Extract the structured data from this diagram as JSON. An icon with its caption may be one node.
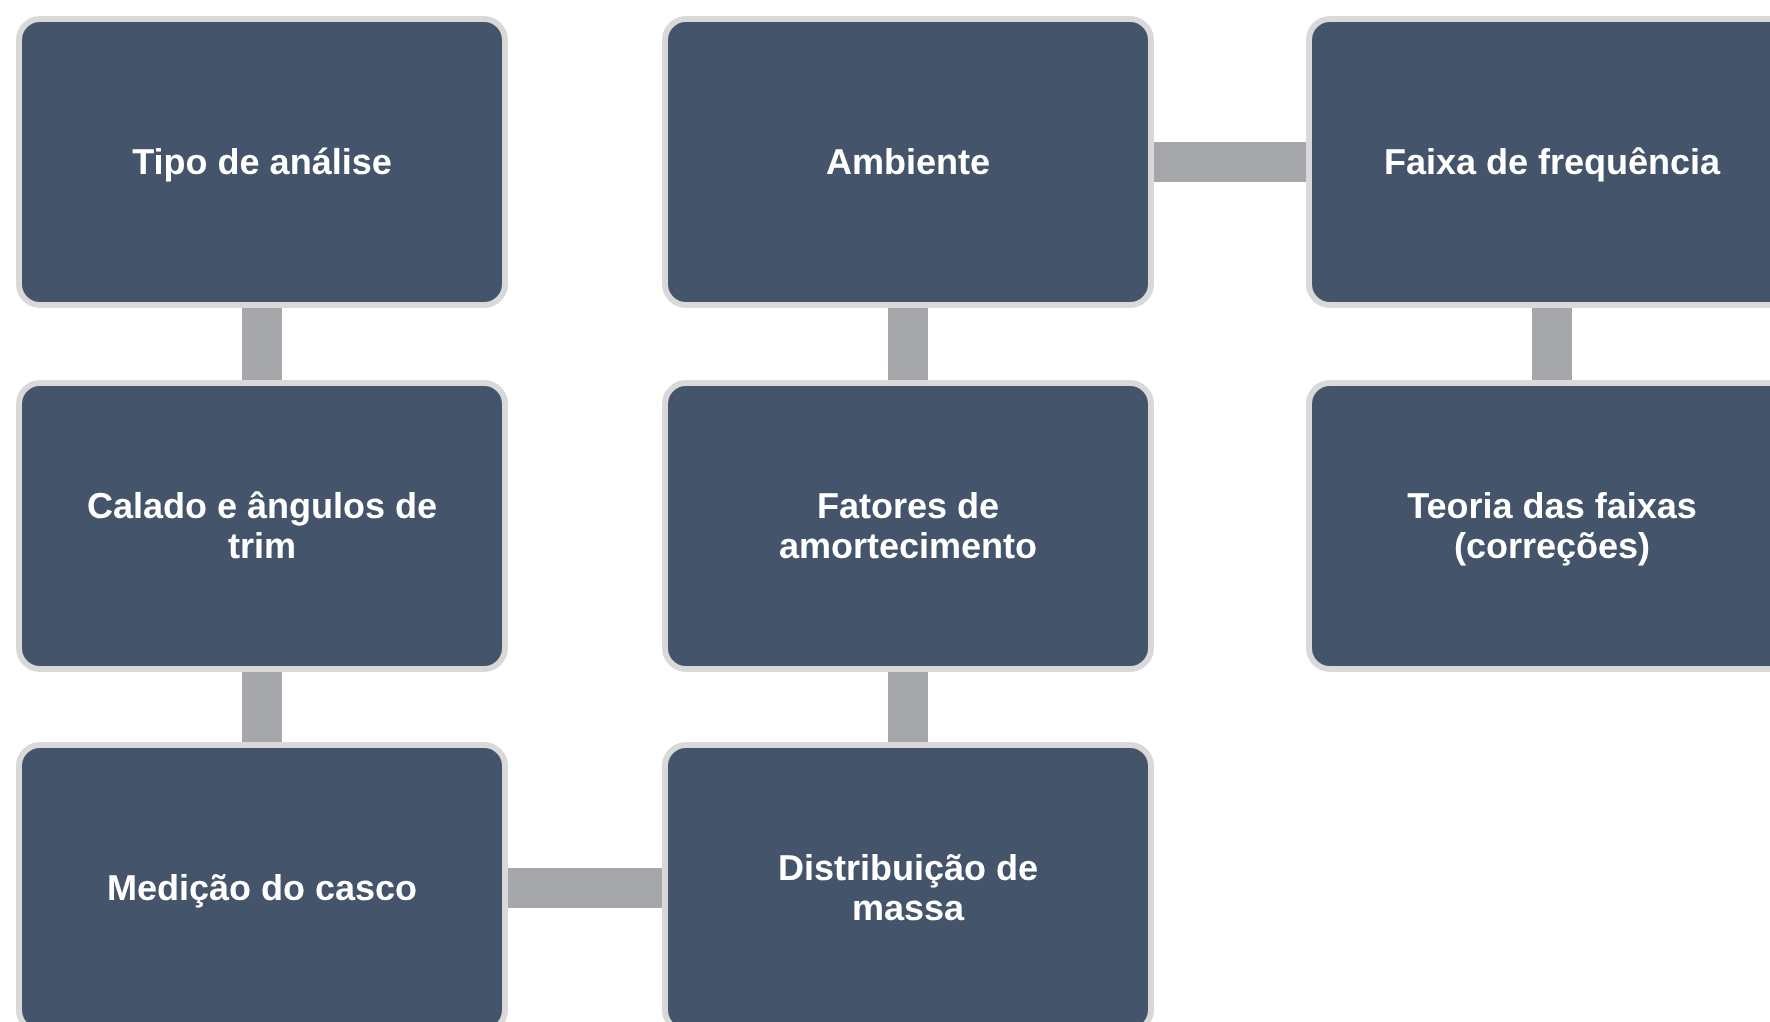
{
  "diagram": {
    "nodes": [
      {
        "text": [
          "Tipo de análise"
        ]
      },
      {
        "text": [
          "Calado e ângulos de trim"
        ]
      },
      {
        "text": [
          "Medição do casco"
        ]
      },
      {
        "text": [
          "Distribuição de massa"
        ]
      },
      {
        "text": [
          "Fatores de amortecimento"
        ]
      },
      {
        "text": [
          "Ambiente"
        ]
      },
      {
        "text": [
          "Faixa de frequência"
        ]
      },
      {
        "text": [
          "Teoria das faixas (correções)"
        ]
      }
    ],
    "edges": [
      {
        "from": 0,
        "to": 1,
        "arrow": "none"
      },
      {
        "from": 1,
        "to": 2,
        "arrow": "none"
      },
      {
        "from": 2,
        "to": 3,
        "arrow": "none"
      },
      {
        "from": 3,
        "to": 4,
        "arrow": "none"
      },
      {
        "from": 4,
        "to": 5,
        "arrow": "none"
      },
      {
        "from": 5,
        "to": 6,
        "arrow": "none"
      },
      {
        "from": 6,
        "to": 7,
        "arrow": "none"
      }
    ]
  }
}
